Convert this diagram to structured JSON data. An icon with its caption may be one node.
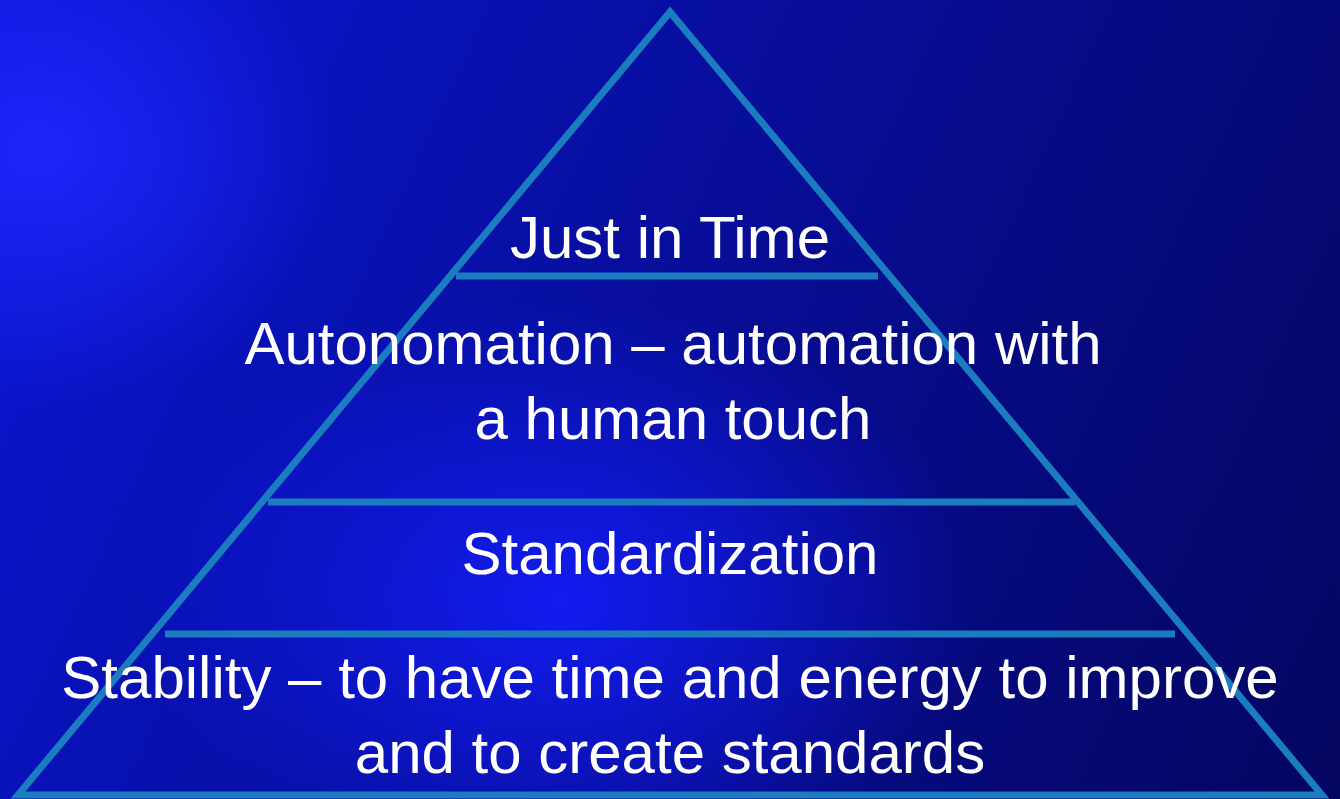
{
  "diagram": {
    "nodes": [
      {
        "text": [
          "Just in Time"
        ]
      },
      {
        "text": [
          "Autonomation – automation with a human touch"
        ]
      },
      {
        "text": [
          "Standardization"
        ]
      },
      {
        "text": [
          "Stability – to have time and energy to improve and to create standards"
        ]
      }
    ]
  }
}
